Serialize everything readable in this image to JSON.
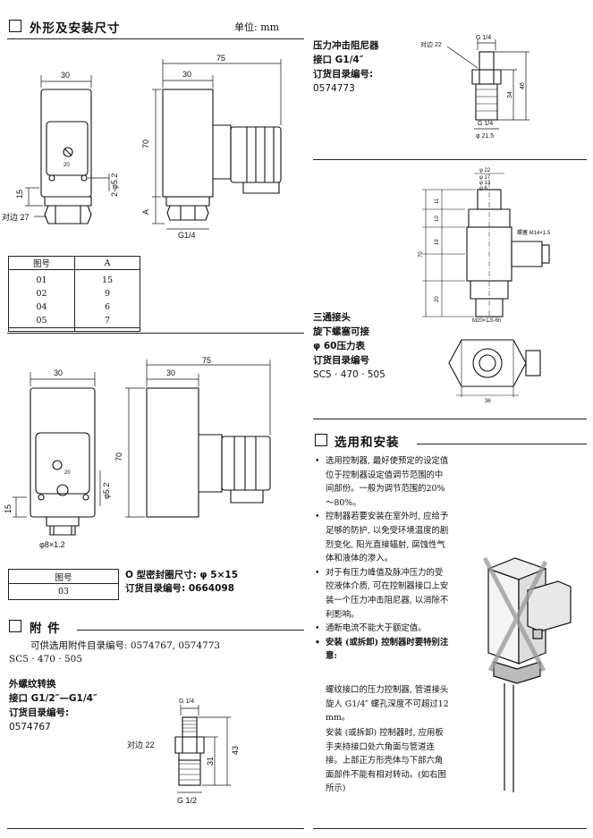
{
  "header": {
    "title": "外形及安装尺寸",
    "unit": "单位: mm"
  },
  "drawing1": {
    "w30_front": "30",
    "w75": "75",
    "w30_side": "30",
    "h70": "70",
    "h15": "15",
    "hole_dia": "2-φ5.2",
    "hole_20": "20",
    "dim_A": "A",
    "thread": "G1/4",
    "flats": "对边 27"
  },
  "table1": {
    "headers": [
      "图号",
      "A"
    ],
    "rows": [
      [
        "01",
        "15"
      ],
      [
        "02",
        "9"
      ],
      [
        "04",
        "6"
      ],
      [
        "05",
        "7"
      ]
    ]
  },
  "drawing2": {
    "w30_front": "30",
    "w75": "75",
    "w30_side": "30",
    "h70": "70",
    "h15": "15",
    "hole_dia": "φ5.2",
    "hole_20": "20",
    "pg": "φ8×1.2"
  },
  "table2": {
    "header": "图号",
    "value": "03"
  },
  "oring": {
    "line1": "O 型密封圈尺寸: φ 5×15",
    "line2": "订货目录编号: 0664098"
  },
  "accessories": {
    "title": "附  件",
    "line1": "可供选用附件目录编号: 0574767, 0574773",
    "line2": "SC5 · 470 · 505"
  },
  "adapter": {
    "title": "外螺纹转换",
    "line2": "接口 G1/2″—G1/4″",
    "line3": "订货目录编号:",
    "line4": "0574767",
    "d_top": "G 1/4",
    "flats": "对边 22",
    "d_31": "31",
    "d_43": "43",
    "d_bottom": "G 1/2"
  },
  "damper": {
    "title": "压力冲击阻尼器",
    "line2": "接口 G1/4″",
    "line3": "订货目录编号:",
    "line4": "0574773",
    "d_top": "G 1/4",
    "flats": "对边 22",
    "d_34": "34",
    "d_46": "46",
    "d_bot_thread": "G 1/4",
    "d_dia": "φ 21.5"
  },
  "tee": {
    "d_22": "φ 22",
    "d_17": "φ 17",
    "d_13": "φ 13",
    "d_6": "φ 6",
    "plug": "螺塞 M14×1.5",
    "thread": "M20×1.5-6h",
    "d_11": "11",
    "d_10": "10",
    "d_19": "19",
    "d_20": "20",
    "d_70": "70",
    "d_36": "36",
    "title": "三通接头",
    "line2": "旋下螺塞可接",
    "line3": "φ 60压力表",
    "line4": "订货目录编号",
    "line5": "SC5 · 470 · 505"
  },
  "install": {
    "title": "选用和安装",
    "bullets": [
      "选用控制器, 最好使预定的设定值位于控制器设定值调节范围的中间部份。一般为调节范围的20%～80%。",
      "控制器若要安装在室外时, 应给予足够的防护, 以免受环境温度的剧烈变化, 阳光直接辐射, 腐蚀性气体和液体的渗入。",
      "对于有压力峰值及脉冲压力的受控液体介质, 可在控制器接口上安装一个压力冲击阻尼器, 以消除不利影响。",
      "通断电流不能大于额定值。",
      "安装 (或拆卸) 控制器时要特别注意:"
    ],
    "para1": "螺纹接口的压力控制器, 管道接头旋人 G1/4″ 螺孔深度不可超过12 mm。",
    "para2": "安装 (或拆卸) 控制器时, 应用板手夹持接口处六角面与管道连接。上部正方形壳体与下部六角面部件不能有相对转动。(如右图所示)"
  }
}
